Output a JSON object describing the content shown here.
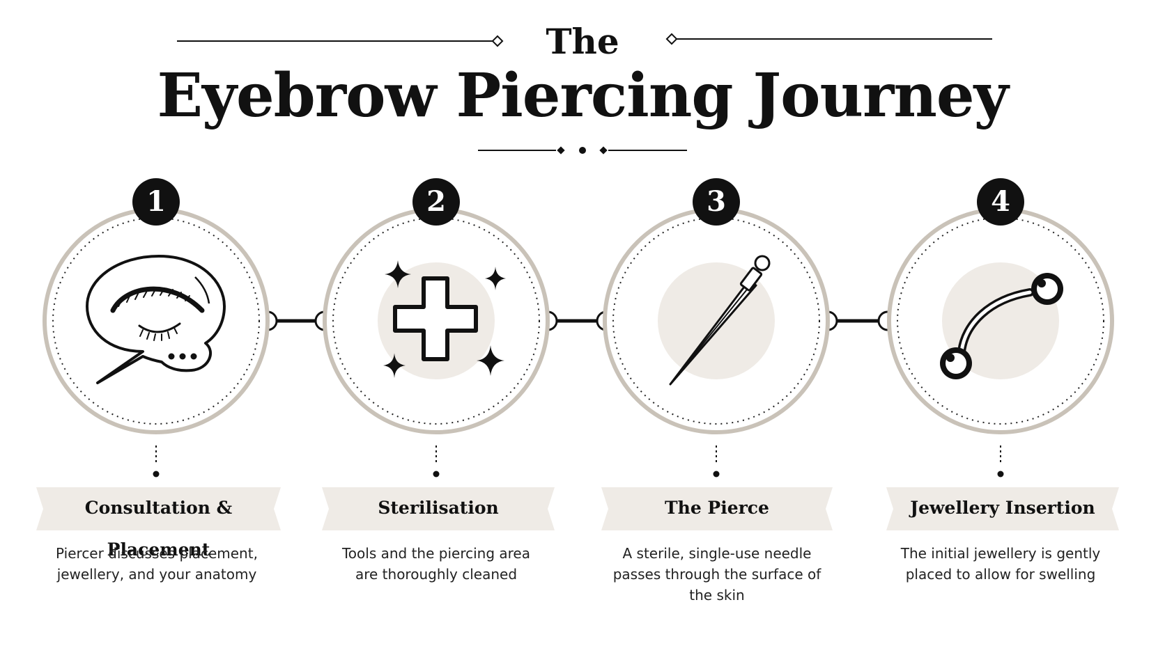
{
  "title": {
    "small": "The",
    "main": "Eyebrow Piercing Journey"
  },
  "colors": {
    "ink": "#111111",
    "ring": "#c9c2b8",
    "fill": "#efebe6",
    "banner": "#efebe6"
  },
  "steps": [
    {
      "number": "1",
      "label": "Consultation & Placement",
      "description": "Piercer discusses placement, jewellery, and your anatomy",
      "icon": "speech-bubble-eye-icon"
    },
    {
      "number": "2",
      "label": "Sterilisation",
      "description": "Tools and the piercing area are thoroughly cleaned",
      "icon": "sparkle-cross-icon"
    },
    {
      "number": "3",
      "label": "The Pierce",
      "description": "A sterile, single-use needle passes through the surface of the skin",
      "icon": "needle-icon"
    },
    {
      "number": "4",
      "label": "Jewellery Insertion",
      "description": "The initial jewellery is gently placed to allow for swelling",
      "icon": "curved-barbell-icon"
    }
  ]
}
